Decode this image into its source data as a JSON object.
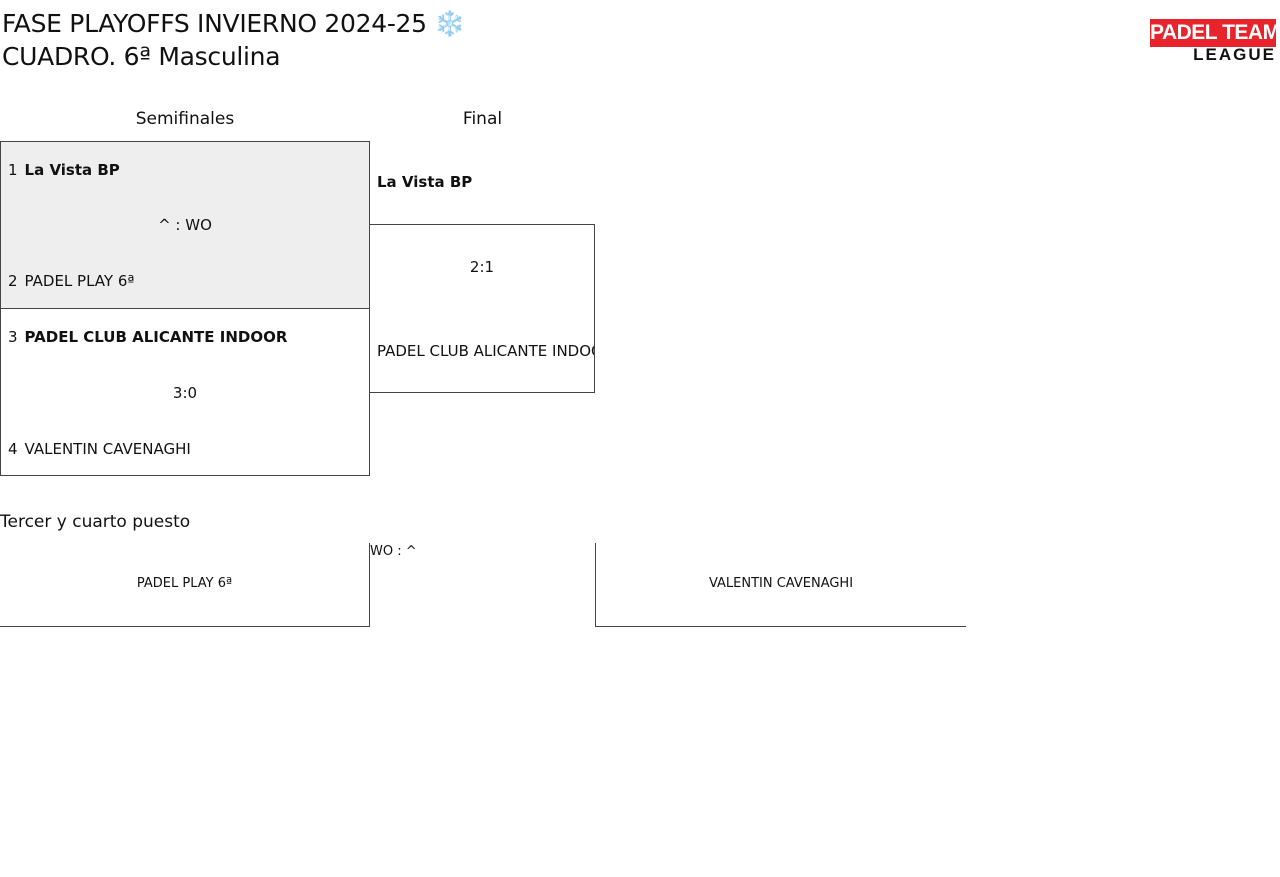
{
  "header": {
    "title_line1": "FASE PLAYOFFS INVIERNO 2024-25 ❄️",
    "title_line2": "CUADRO. 6ª Masculina",
    "logo_top": "PADEL TEAM",
    "logo_bottom": "LEAGUE",
    "logo_color": "#e8232b"
  },
  "rounds": {
    "semifinals_label": "Semifinales",
    "final_label": "Final"
  },
  "semifinals": [
    {
      "team1": {
        "seed": "1",
        "name": "La Vista BP"
      },
      "team2": {
        "seed": "2",
        "name": "PADEL PLAY 6ª"
      },
      "score": "^ : WO"
    },
    {
      "team1": {
        "seed": "3",
        "name": "PADEL CLUB ALICANTE INDOOR"
      },
      "team2": {
        "seed": "4",
        "name": "VALENTIN CAVENAGHI"
      },
      "score": "3:0"
    }
  ],
  "final": {
    "team1": "La Vista BP",
    "score": "2:1",
    "team2": "PADEL CLUB ALICANTE INDOOR"
  },
  "third_place": {
    "label": "Tercer y cuarto puesto",
    "team1": "PADEL PLAY 6ª",
    "score": "WO : ^",
    "team2": "VALENTIN CAVENAGHI"
  }
}
